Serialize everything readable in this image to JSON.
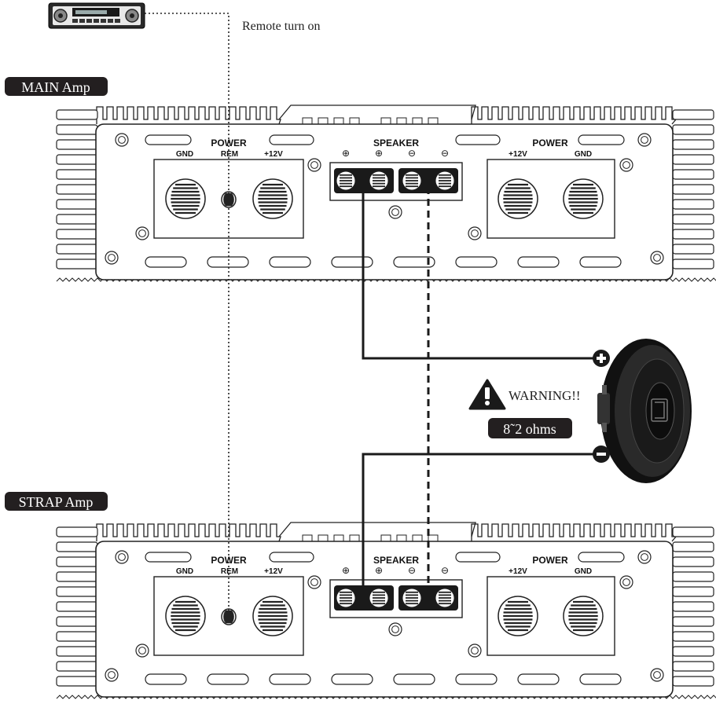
{
  "head_unit": {
    "icon": "car-stereo-icon"
  },
  "remote": {
    "label": "Remote turn on"
  },
  "main_amp": {
    "title": "MAIN Amp",
    "power_left_title": "POWER",
    "power_left_terminals": [
      "GND",
      "REM",
      "+12V"
    ],
    "speaker_title": "SPEAKER",
    "speaker_terminals": [
      "⊕",
      "⊕",
      "⊖",
      "⊖"
    ],
    "power_right_title": "POWER",
    "power_right_terminals": [
      "+12V",
      "GND"
    ]
  },
  "strap_amp": {
    "title": "STRAP Amp",
    "power_left_title": "POWER",
    "power_left_terminals": [
      "GND",
      "REM",
      "+12V"
    ],
    "speaker_title": "SPEAKER",
    "speaker_terminals": [
      "⊕",
      "⊕",
      "⊖",
      "⊖"
    ],
    "power_right_title": "POWER",
    "power_right_terminals": [
      "+12V",
      "GND"
    ]
  },
  "speaker": {
    "plus_symbol": "+",
    "minus_symbol": "−",
    "icon": "subwoofer-icon"
  },
  "warning": {
    "text": "WARNING!!",
    "impedance": "8˜2 ohms",
    "icon": "warning-triangle-icon"
  },
  "colors": {
    "line": "#1a1a1a",
    "label_bg": "#231f20",
    "label_text": "#ffffff"
  }
}
